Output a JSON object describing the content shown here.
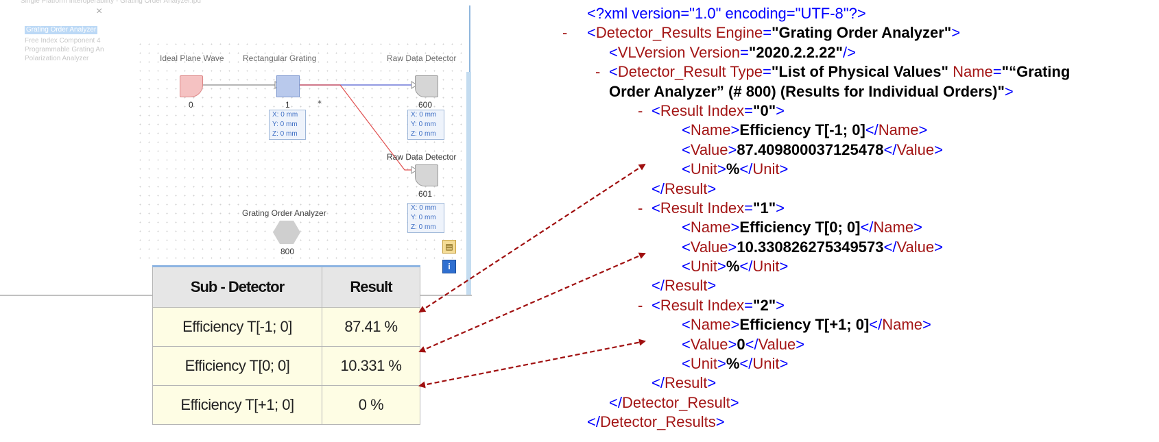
{
  "app": {
    "title_fade": "Single Platform Interoperability - Grating Order Analyzer.lpd",
    "sidebar_items": [
      "Grating Order Analyzer",
      "Free Index Component 4",
      "Programmable Grating An",
      "Polarization Analyzer"
    ],
    "components": {
      "wave": {
        "label": "Ideal Plane Wave",
        "id": "0"
      },
      "grating": {
        "label": "Rectangular Grating",
        "id": "1"
      },
      "det600": {
        "label": "Raw Data Detector",
        "id": "600"
      },
      "det601": {
        "label": "Raw Data Detector",
        "id": "601"
      },
      "analyzer": {
        "label": "Grating Order Analyzer",
        "id": "800"
      }
    },
    "coords": {
      "x": "X: 0 mm",
      "y": "Y: 0 mm",
      "z": "Z: 0 mm"
    },
    "colors": {
      "xml_tag": "#0000ff",
      "xml_name": "#a31515",
      "arrow": "#a01010",
      "table_header_border": "#8db4e2",
      "table_cell_bg": "#fefde4"
    }
  },
  "table": {
    "headers": [
      "Sub - Detector",
      "Result"
    ],
    "rows": [
      {
        "name": "Efficiency T[-1; 0]",
        "value": "87.41 %"
      },
      {
        "name": "Efficiency T[0; 0]",
        "value": "10.331 %"
      },
      {
        "name": "Efficiency T[+1; 0]",
        "value": "0 %"
      }
    ]
  },
  "xml": {
    "declaration": "<?xml version=\"1.0\" encoding=\"UTF-8\"?>",
    "minus": "-",
    "root_tag": "Detector_Results",
    "root_attr": "Engine",
    "root_val": "\"Grating Order Analyzer\"",
    "vl_tag": "VLVersion",
    "vl_attr": "Version",
    "vl_val": "\"2020.2.2.22\"",
    "dr_tag": "Detector_Result",
    "dr_attr1": "Type",
    "dr_val1": "\"List of Physical Values\"",
    "dr_attr2": "Name",
    "dr_val2a": "\"“Grating",
    "dr_val2b": "Order Analyzer” (# 800) (Results for Individual Orders)\"",
    "result_tag": "Result",
    "index_attr": "Index",
    "name_tag": "Name",
    "value_tag": "Value",
    "unit_tag": "Unit",
    "results": [
      {
        "index": "\"0\"",
        "name": "Efficiency T[-1; 0]",
        "value": "87.409800037125478",
        "unit": "%"
      },
      {
        "index": "\"1\"",
        "name": "Efficiency T[0; 0]",
        "value": "10.330826275349573",
        "unit": "%"
      },
      {
        "index": "\"2\"",
        "name": "Efficiency T[+1; 0]",
        "value": "0",
        "unit": "%"
      }
    ]
  }
}
